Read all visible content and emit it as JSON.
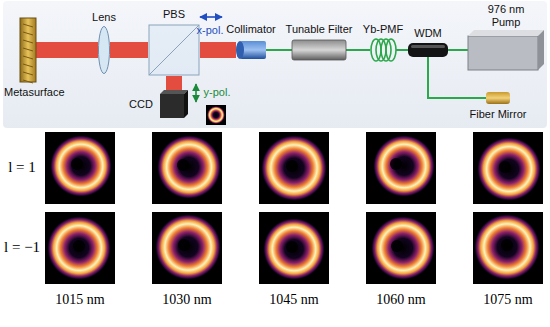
{
  "diagram": {
    "nodes": [
      {
        "text": [
          "Metasurface"
        ]
      },
      {
        "text": [
          "Lens"
        ]
      },
      {
        "text": [
          "PBS"
        ]
      },
      {
        "text": [
          "CCD"
        ]
      },
      {
        "text": [
          "Collimator"
        ]
      },
      {
        "text": [
          "Tunable Filter"
        ]
      },
      {
        "text": [
          "Yb-PMF"
        ]
      },
      {
        "text": [
          "WDM"
        ]
      },
      {
        "text": [
          "976 nm Pump"
        ]
      },
      {
        "text": [
          "Fiber Mirror"
        ]
      }
    ],
    "edges": [
      {
        "from": 0,
        "to": 1,
        "arrow": "none"
      },
      {
        "from": 1,
        "to": 2,
        "arrow": "none"
      },
      {
        "from": 2,
        "to": 4,
        "arrow": "none"
      },
      {
        "from": 2,
        "to": 3,
        "arrow": "none"
      },
      {
        "from": 4,
        "to": 5,
        "arrow": "none"
      },
      {
        "from": 5,
        "to": 6,
        "arrow": "none"
      },
      {
        "from": 6,
        "to": 7,
        "arrow": "none"
      },
      {
        "from": 7,
        "to": 8,
        "arrow": "none"
      },
      {
        "from": 7,
        "to": 9,
        "arrow": "none"
      }
    ],
    "labels": [
      "x-pol.",
      "y-pol.",
      "l = 1",
      "l = −1",
      "1015 nm",
      "1030 nm",
      "1045 nm",
      "1060 nm",
      "1075 nm"
    ]
  }
}
